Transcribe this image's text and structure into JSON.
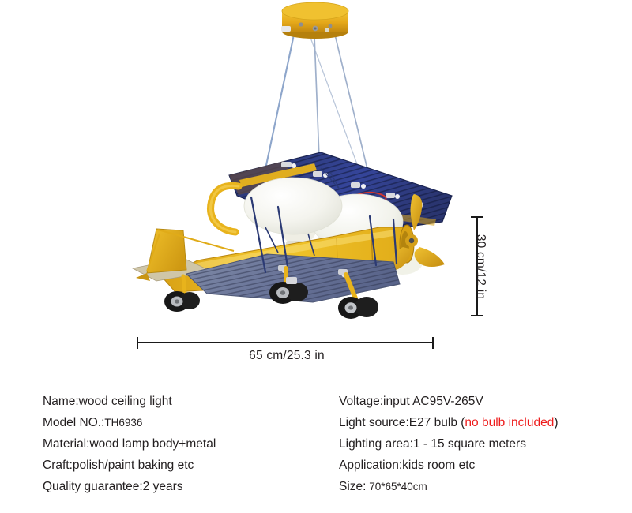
{
  "product_image": {
    "name": "wood-airplane-ceiling-light",
    "description": "Biplane-shaped wooden pendant ceiling light suspended by three cables from a round yellow canopy",
    "parts": {
      "canopy": "round yellow ceiling mount plate",
      "cables": "three thin steel suspension cables",
      "upper_wing": "dark blue striped upper wing",
      "lower_wing": "gray-blue striped lower wing",
      "fuselage": "yellow fuselage",
      "propeller": "yellow three-blade propeller",
      "tail": "yellow vertical fin and horizontal stabilizer",
      "shades": "two white opal glass lamp shades",
      "wheels": "black double rubber wheels on yellow struts",
      "handle": "yellow curved handle hook"
    },
    "colors": {
      "yellow": "#edb81c",
      "yellow_dark": "#c8931a",
      "yellow_light": "#f5cf4a",
      "blue_wing": "#2b3a74",
      "blue_wing_dark": "#1c2550",
      "gray_wing": "#8791ad",
      "gray_wing_dark": "#5d6781",
      "shade_white": "#f6f6f2",
      "wheel_black": "#1b1b1b",
      "cable": "#9aa9c4",
      "accent_red": "#d8342a",
      "background": "#ffffff"
    }
  },
  "dimensions": {
    "height": {
      "label": "30 cm/12 in",
      "orientation": "vertical",
      "value_cm": 30,
      "value_in": 12
    },
    "width": {
      "label": "65 cm/25.3 in",
      "orientation": "horizontal",
      "value_cm": 65,
      "value_in": 25.3
    }
  },
  "specs": {
    "left_column": [
      {
        "label": "Name:",
        "value": "wood ceiling light"
      },
      {
        "label": "Model NO.:",
        "value": "TH6936",
        "value_small": true
      },
      {
        "label": "Material:",
        "value": "wood lamp body+metal"
      },
      {
        "label": "Craft:",
        "value": "polish/paint baking etc"
      },
      {
        "label": "Quality guarantee:",
        "value": "2 years"
      }
    ],
    "right_column": [
      {
        "label": "Voltage:",
        "value": "input AC95V-265V"
      },
      {
        "label": "Light source:",
        "value": "E27 bulb ",
        "note_open": "(",
        "note": "no bulb included",
        "note_close": ")",
        "note_color": "#ee1c1c"
      },
      {
        "label": "Lighting area:",
        "value": "1 - 15 square meters"
      },
      {
        "label": "Application:",
        "value": "kids room etc"
      },
      {
        "label": "Size:",
        "value": "70*65*40cm",
        "value_small": true
      }
    ],
    "lines_left": [
      "Name:wood ceiling light",
      "Model NO.:TH6936",
      "Material:wood lamp body+metal",
      "Craft:polish/paint baking etc",
      "Quality guarantee:2 years"
    ],
    "lines_right": [
      "Voltage:input AC95V-265V",
      "Light source:E27 bulb (no bulb included)",
      "Lighting area:1 - 15 square meters",
      "Application:kids room etc",
      "Size: 70*65*40cm"
    ],
    "left_1_label": "Name:",
    "left_1_value": "wood ceiling light",
    "left_2_label": "Model NO.:",
    "left_2_value": "TH6936",
    "left_3_label": "Material:",
    "left_3_value": "wood lamp body+metal",
    "left_4_label": "Craft:",
    "left_4_value": "polish/paint baking etc",
    "left_5_label": "Quality guarantee:",
    "left_5_value": "2 years",
    "right_1_label": "Voltage:",
    "right_1_value": "input AC95V-265V",
    "right_2_label": "Light source:",
    "right_2_value": "E27 bulb ",
    "right_2_paren_open": "(",
    "right_2_note": "no bulb included",
    "right_2_paren_close": ")",
    "right_3_label": "Lighting area:",
    "right_3_value": "1 - 15 square meters",
    "right_4_label": "Application:",
    "right_4_value": "kids room etc",
    "right_5_label": "Size:",
    "right_5_value": " 70*65*40cm"
  }
}
